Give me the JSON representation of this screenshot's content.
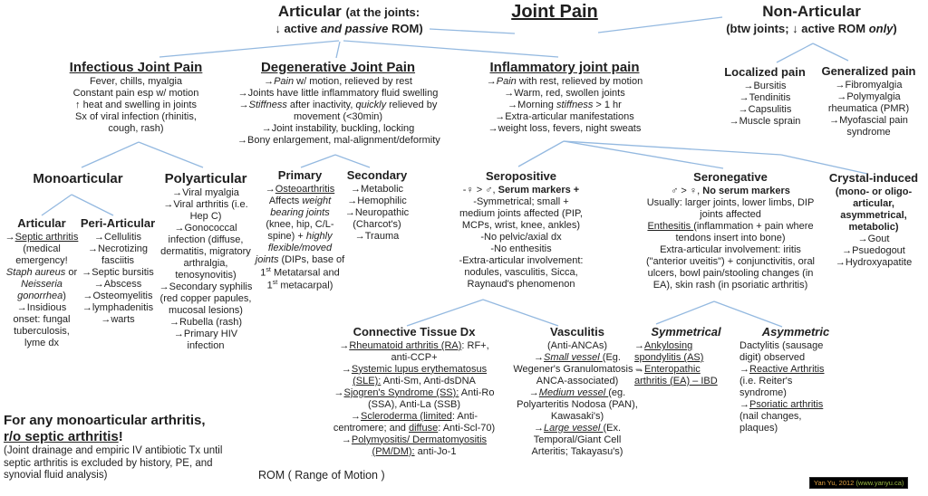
{
  "diagram_title": "Joint Pain",
  "colors": {
    "connector": "#94b9e0",
    "text": "#1f1f1f",
    "credit_bg": "#000000",
    "credit_name": "#e0a040",
    "credit_url": "#9ab842"
  },
  "credit": {
    "name": "Yan Yu, 2012 ",
    "url": "(www.yanyu.ca)"
  },
  "nodes": {
    "root": {
      "t": [
        {
          "t": "Joint Pain",
          "s": "u"
        }
      ]
    },
    "articular": {
      "t": [
        {
          "t": "Articular ",
          "s": "L"
        },
        {
          "t": "(at the joints:"
        }
      ],
      "lines": [
        [
          {
            "t": "↓ active ",
            "s": "b"
          },
          {
            "t": "and passive",
            "s": "bi"
          },
          {
            "t": " ROM)",
            "s": "b"
          }
        ]
      ]
    },
    "nonarticular": {
      "t": [
        {
          "t": "Non-Articular",
          "s": "L"
        }
      ],
      "lines": [
        [
          {
            "t": "(btw joints; ↓ active ROM ",
            "s": "b"
          },
          {
            "t": "only",
            "s": "bi"
          },
          {
            "t": ")",
            "s": "b"
          }
        ]
      ]
    },
    "infectious": {
      "t": [
        {
          "t": "Infectious Joint Pain",
          "s": "u"
        }
      ],
      "lines": [
        [
          "Fever, chills, myalgia"
        ],
        [
          "Constant pain esp w/ motion"
        ],
        [
          "↑ heat and swelling in joints"
        ],
        [
          "Sx of viral infection (rhinitis,"
        ],
        [
          "cough, rash)"
        ]
      ]
    },
    "degenerative": {
      "t": [
        {
          "t": "Degenerative Joint Pain",
          "s": "u"
        }
      ],
      "lines": [
        [
          {
            "t": "→"
          },
          {
            "t": "Pain",
            "s": "i"
          },
          {
            "t": " w/ motion, relieved by rest"
          }
        ],
        [
          "→Joints have little inflammatory fluid swelling"
        ],
        [
          {
            "t": "→"
          },
          {
            "t": "Stiffness",
            "s": "i"
          },
          {
            "t": " after inactivity,  "
          },
          {
            "t": "quickly",
            "s": "i"
          },
          {
            "t": " relieved by"
          }
        ],
        [
          "movement (<30min)"
        ],
        [
          "→Joint instability, buckling, locking"
        ],
        [
          "→Bony enlargement, mal-alignment/deformity"
        ]
      ]
    },
    "inflammatory": {
      "t": [
        {
          "t": "Inflammatory joint pain",
          "s": "u"
        }
      ],
      "lines": [
        [
          {
            "t": "→"
          },
          {
            "t": "Pain",
            "s": "i"
          },
          {
            "t": " with rest, relieved by motion"
          }
        ],
        [
          "→Warm, red, swollen joints"
        ],
        [
          {
            "t": "→Morning "
          },
          {
            "t": "stiffness",
            "s": "i"
          },
          {
            "t": " > 1 hr"
          }
        ],
        [
          "→Extra-articular manifestations"
        ],
        [
          "→weight loss, fevers, night sweats"
        ]
      ]
    },
    "localized": {
      "t": [
        {
          "t": "Localized pain"
        }
      ],
      "lines": [
        [
          "→Bursitis"
        ],
        [
          "→Tendinitis"
        ],
        [
          "→Capsulitis"
        ],
        [
          "→Muscle sprain"
        ]
      ]
    },
    "generalized": {
      "t": [
        {
          "t": "Generalized pain"
        }
      ],
      "lines": [
        [
          "→Fibromyalgia"
        ],
        [
          "→Polymyalgia"
        ],
        [
          "rheumatica (PMR)"
        ],
        [
          "→Myofascial pain"
        ],
        [
          "syndrome"
        ]
      ]
    },
    "monoarticular": {
      "t": [
        {
          "t": "Monoarticular"
        }
      ],
      "lines": []
    },
    "articular_sub": {
      "t": [
        {
          "t": "Articular"
        }
      ],
      "lines": [
        [
          {
            "t": "→"
          },
          {
            "t": "Septic arthritis",
            "s": "u"
          }
        ],
        [
          "(medical"
        ],
        [
          "emergency!"
        ],
        [
          {
            "t": "Staph aureus",
            "s": "i"
          },
          {
            "t": " or"
          }
        ],
        [
          {
            "t": "Neisseria",
            "s": "i"
          }
        ],
        [
          {
            "t": "gonorrhea",
            "s": "i"
          },
          {
            "t": ")"
          }
        ],
        [
          "→Insidious"
        ],
        [
          "onset: fungal"
        ],
        [
          "tuberculosis,"
        ],
        [
          "lyme dx"
        ]
      ]
    },
    "periarticular": {
      "t": [
        {
          "t": "Peri-Articular"
        }
      ],
      "lines": [
        [
          "→Cellulitis"
        ],
        [
          "→Necrotizing"
        ],
        [
          "fasciitis"
        ],
        [
          "→Septic bursitis"
        ],
        [
          "→Abscess"
        ],
        [
          "→Osteomyelitis"
        ],
        [
          "→lymphadenitis"
        ],
        [
          "→warts"
        ]
      ]
    },
    "polyarticular": {
      "t": [
        {
          "t": "Polyarticular"
        }
      ],
      "lines": [
        [
          "→Viral myalgia"
        ],
        [
          "→Viral arthritis (i.e."
        ],
        [
          "Hep C)"
        ],
        [
          "→Gonococcal"
        ],
        [
          "infection (diffuse,"
        ],
        [
          "dermatitis, migratory"
        ],
        [
          "arthralgia,"
        ],
        [
          "tenosynovitis)"
        ],
        [
          "→Secondary syphilis"
        ],
        [
          "(red copper papules,"
        ],
        [
          "mucosal lesions)"
        ],
        [
          "→Rubella (rash)"
        ],
        [
          "→Primary HIV"
        ],
        [
          "infection"
        ]
      ]
    },
    "primary": {
      "t": [
        {
          "t": "Primary"
        }
      ],
      "lines": [
        [
          {
            "t": "→"
          },
          {
            "t": "Osteoarthritis",
            "s": "u"
          }
        ],
        [
          {
            "t": "Affects "
          },
          {
            "t": "weight",
            "s": "i"
          }
        ],
        [
          {
            "t": "bearing joints",
            "s": "i"
          }
        ],
        [
          "(knee, hip, C/L-"
        ],
        [
          {
            "t": "spine)  + "
          },
          {
            "t": "highly",
            "s": "i"
          }
        ],
        [
          {
            "t": "flexible/moved",
            "s": "i"
          }
        ],
        [
          {
            "t": "joints",
            "s": "i"
          },
          {
            "t": " (DIPs, base of"
          }
        ],
        [
          {
            "t": "1"
          },
          {
            "t": "st",
            "s": "p"
          },
          {
            "t": " Metatarsal and"
          }
        ],
        [
          {
            "t": "1"
          },
          {
            "t": "st",
            "s": "p"
          },
          {
            "t": " metacarpal)"
          }
        ]
      ]
    },
    "secondary": {
      "t": [
        {
          "t": "Secondary"
        }
      ],
      "lines": [
        [
          "→Metabolic"
        ],
        [
          "→Hemophilic"
        ],
        [
          "→Neuropathic"
        ],
        [
          "(Charcot's)"
        ],
        [
          "→Trauma"
        ]
      ]
    },
    "seropositive": {
      "t": [
        {
          "t": "Seropositive"
        }
      ],
      "lines": [
        [
          {
            "t": "-♀ > ♂, "
          },
          {
            "t": "Serum markers +",
            "s": "b"
          }
        ],
        [
          "-Symmetrical; small +"
        ],
        [
          "medium joints affected (PIP,"
        ],
        [
          "MCPs, wrist, knee, ankles)"
        ],
        [
          "-No pelvic/axial dx"
        ],
        [
          "-No enthesitis"
        ],
        [
          "-Extra-articular involvement:"
        ],
        [
          "nodules, vasculitis, Sicca,"
        ],
        [
          "Raynaud's phenomenon"
        ]
      ]
    },
    "seronegative": {
      "t": [
        {
          "t": "Seronegative"
        }
      ],
      "lines": [
        [
          {
            "t": "♂ > ♀, "
          },
          {
            "t": "No serum markers",
            "s": "b"
          }
        ],
        [
          "Usually: larger joints, lower limbs, DIP"
        ],
        [
          "joints affected"
        ],
        [
          {
            "t": "Enthesitis ",
            "s": "u"
          },
          {
            "t": "(inflammation + pain where"
          }
        ],
        [
          "tendons insert into bone)"
        ],
        [
          "Extra-articular involvement: iritis"
        ],
        [
          "(\"anterior uveitis\") + conjunctivitis, oral"
        ],
        [
          "ulcers, bowl pain/stooling changes (in"
        ],
        [
          "EA), skin rash (in psoriatic arthritis)"
        ]
      ]
    },
    "crystal": {
      "t": [
        {
          "t": "Crystal-induced"
        }
      ],
      "lines": [
        [
          {
            "t": "(mono- or oligo-",
            "s": "b"
          }
        ],
        [
          {
            "t": "articular,",
            "s": "b"
          }
        ],
        [
          {
            "t": "asymmetrical,",
            "s": "b"
          }
        ],
        [
          {
            "t": "metabolic)",
            "s": "b"
          }
        ],
        [
          "→Gout"
        ],
        [
          "→Psuedogout"
        ],
        [
          "→Hydroxyapatite"
        ]
      ]
    },
    "ctd": {
      "t": [
        {
          "t": "Connective Tissue Dx"
        }
      ],
      "lines": [
        [
          {
            "t": "→"
          },
          {
            "t": "Rheumatoid arthritis (RA)",
            "s": "u"
          },
          {
            "t": ": RF+,"
          }
        ],
        [
          "anti-CCP+"
        ],
        [
          {
            "t": "→"
          },
          {
            "t": "Systemic lupus erythematosus",
            "s": "u"
          }
        ],
        [
          {
            "t": "(SLE):",
            "s": "u"
          },
          {
            "t": " Anti-Sm, Anti-dsDNA"
          }
        ],
        [
          {
            "t": "→"
          },
          {
            "t": "Sjogren's Syndrome (SS):",
            "s": "u"
          },
          {
            "t": " Anti-Ro"
          }
        ],
        [
          "(SSA), Anti-La (SSB)"
        ],
        [
          {
            "t": "→"
          },
          {
            "t": "Scleroderma (limited",
            "s": "u"
          },
          {
            "t": ": Anti-"
          }
        ],
        [
          {
            "t": "centromere; and "
          },
          {
            "t": "diffuse",
            "s": "u"
          },
          {
            "t": ": Anti-Scl-70)"
          }
        ],
        [
          {
            "t": "→"
          },
          {
            "t": "Polymyositis/ Dermatomyositis",
            "s": "u"
          }
        ],
        [
          {
            "t": "(PM/DM):",
            "s": "u"
          },
          {
            "t": " anti-Jo-1"
          }
        ]
      ]
    },
    "vasculitis": {
      "t": [
        {
          "t": "Vasculitis"
        }
      ],
      "lines": [
        [
          "(Anti-ANCAs)"
        ],
        [
          {
            "t": "→"
          },
          {
            "t": "Small vessel ",
            "s": "iu"
          },
          {
            "t": "(Eg."
          }
        ],
        [
          "Wegener's Granulomatosis –"
        ],
        [
          "ANCA-associated)"
        ],
        [
          {
            "t": "→"
          },
          {
            "t": "Medium vessel ",
            "s": "iu"
          },
          {
            "t": "(eg."
          }
        ],
        [
          "Polyarteritis Nodosa (PAN),"
        ],
        [
          "Kawasaki's)"
        ],
        [
          {
            "t": "→"
          },
          {
            "t": "Large vessel ",
            "s": "iu"
          },
          {
            "t": "(Ex."
          }
        ],
        [
          "Temporal/Giant Cell"
        ],
        [
          "Arteritis; Takayasu's)"
        ]
      ]
    },
    "symmetrical": {
      "t": [
        {
          "t": "Symmetrical"
        }
      ],
      "lines": [
        [
          {
            "t": "→"
          },
          {
            "t": "Ankylosing",
            "s": "u"
          }
        ],
        [
          {
            "t": "spondylitis (AS)",
            "s": "u"
          }
        ],
        [
          {
            "t": "→"
          },
          {
            "t": "Enteropathic",
            "s": "u"
          }
        ],
        [
          {
            "t": "arthritis (EA) – IBD",
            "s": "u"
          }
        ]
      ]
    },
    "asymmetric": {
      "t": [
        {
          "t": "Asymmetric"
        }
      ],
      "lines": [
        [
          "  Dactylitis (sausage"
        ],
        [
          "  digit) observed"
        ],
        [
          {
            "t": "→"
          },
          {
            "t": "Reactive Arthritis",
            "s": "u"
          }
        ],
        [
          "(i.e. Reiter's"
        ],
        [
          "syndrome)"
        ],
        [
          {
            "t": "→"
          },
          {
            "t": "Psoriatic arthritis",
            "s": "u"
          }
        ],
        [
          "(nail changes,"
        ],
        [
          "plaques)"
        ]
      ]
    },
    "note": {
      "t": [
        {
          "t": "For any monoarticular arthritis,"
        }
      ],
      "lines": [
        [
          {
            "t": "r/o septic arthritis",
            "s": "Hu"
          },
          {
            "t": "!",
            "s": "H"
          }
        ],
        [
          {
            "t": "(Joint drainage and empiric IV antibiotic Tx until",
            "s": "w"
          }
        ],
        [
          {
            "t": "septic arthritis is excluded by history, PE, and",
            "s": "w"
          }
        ],
        [
          {
            "t": "synovial fluid analysis)",
            "s": "w"
          }
        ]
      ]
    },
    "rom": {
      "t": [],
      "lines": [
        [
          "ROM ( Range of Motion )"
        ]
      ]
    }
  }
}
